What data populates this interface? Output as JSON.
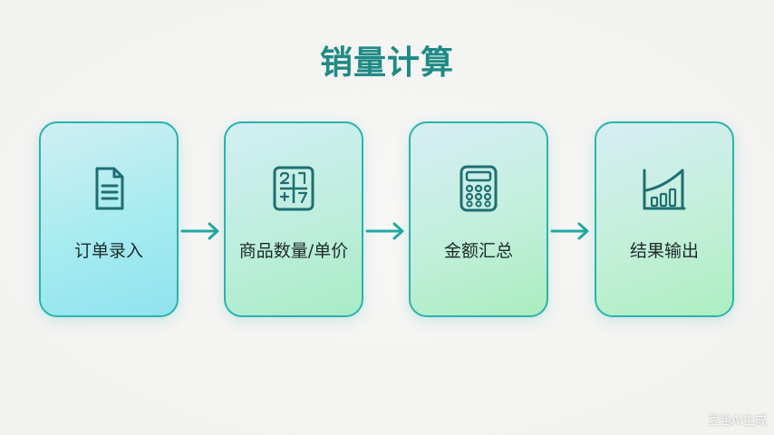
{
  "title": "销量计算",
  "steps": [
    {
      "label": "订单录入",
      "icon": "document-icon"
    },
    {
      "label": "商品数量/单价",
      "icon": "numbers-grid-icon"
    },
    {
      "label": "金额汇总",
      "icon": "calculator-icon"
    },
    {
      "label": "结果输出",
      "icon": "bar-chart-icon"
    }
  ],
  "watermark": "豆包AI生成",
  "colors": {
    "title": "#1f8a86",
    "border": "#2bb3ad",
    "icon": "#1e6f72",
    "arrow": "#22a8a3"
  }
}
